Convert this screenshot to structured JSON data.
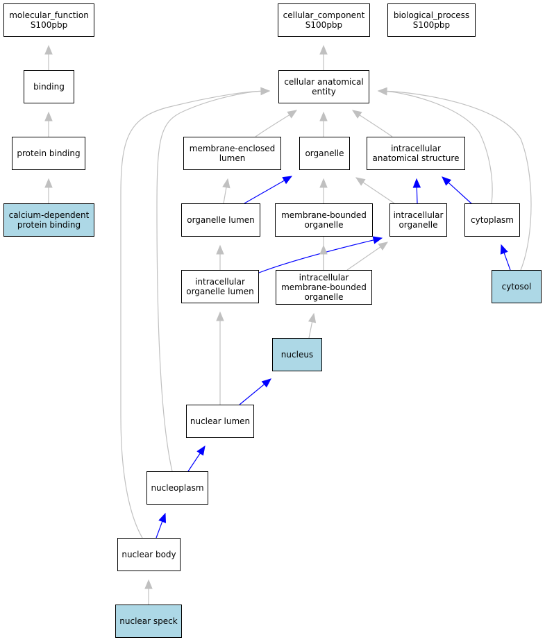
{
  "colors": {
    "highlight_fill": "#add8e6",
    "node_fill": "#ffffff",
    "is_a_edge": "#c0c0c0",
    "part_of_edge": "#0000ff"
  },
  "nodes": {
    "mf": {
      "label": "molecular_function\nS100pbp",
      "highlighted": false
    },
    "cc": {
      "label": "cellular_component\nS100pbp",
      "highlighted": false
    },
    "bp": {
      "label": "biological_process\nS100pbp",
      "highlighted": false
    },
    "binding": {
      "label": "binding",
      "highlighted": false
    },
    "cae": {
      "label": "cellular anatomical\nentity",
      "highlighted": false
    },
    "pb": {
      "label": "protein binding",
      "highlighted": false
    },
    "mel": {
      "label": "membrane-enclosed\nlumen",
      "highlighted": false
    },
    "org": {
      "label": "organelle",
      "highlighted": false
    },
    "ias": {
      "label": "intracellular\nanatomical structure",
      "highlighted": false
    },
    "cdpb": {
      "label": "calcium-dependent\nprotein binding",
      "highlighted": true
    },
    "ol": {
      "label": "organelle lumen",
      "highlighted": false
    },
    "mbo": {
      "label": "membrane-bounded\norganelle",
      "highlighted": false
    },
    "io": {
      "label": "intracellular\norganelle",
      "highlighted": false
    },
    "cyto": {
      "label": "cytoplasm",
      "highlighted": false
    },
    "iol": {
      "label": "intracellular\norganelle lumen",
      "highlighted": false
    },
    "imbo": {
      "label": "intracellular\nmembrane-bounded\norganelle",
      "highlighted": false
    },
    "cytosol": {
      "label": "cytosol",
      "highlighted": true
    },
    "nucleus": {
      "label": "nucleus",
      "highlighted": true
    },
    "nl": {
      "label": "nuclear lumen",
      "highlighted": false
    },
    "np": {
      "label": "nucleoplasm",
      "highlighted": false
    },
    "nb": {
      "label": "nuclear body",
      "highlighted": false
    },
    "ns": {
      "label": "nuclear speck",
      "highlighted": true
    }
  },
  "edges": [
    {
      "from": "binding",
      "to": "mf",
      "relation": "is_a"
    },
    {
      "from": "pb",
      "to": "binding",
      "relation": "is_a"
    },
    {
      "from": "cdpb",
      "to": "pb",
      "relation": "is_a"
    },
    {
      "from": "cae",
      "to": "cc",
      "relation": "is_a"
    },
    {
      "from": "mel",
      "to": "cae",
      "relation": "is_a"
    },
    {
      "from": "org",
      "to": "cae",
      "relation": "is_a"
    },
    {
      "from": "ias",
      "to": "cae",
      "relation": "is_a"
    },
    {
      "from": "cyto",
      "to": "cae",
      "relation": "is_a"
    },
    {
      "from": "cytosol",
      "to": "cae",
      "relation": "is_a"
    },
    {
      "from": "np",
      "to": "cae",
      "relation": "is_a"
    },
    {
      "from": "nb",
      "to": "cae",
      "relation": "is_a"
    },
    {
      "from": "ol",
      "to": "mel",
      "relation": "is_a"
    },
    {
      "from": "ol",
      "to": "org",
      "relation": "part_of"
    },
    {
      "from": "mbo",
      "to": "org",
      "relation": "is_a"
    },
    {
      "from": "io",
      "to": "org",
      "relation": "is_a"
    },
    {
      "from": "io",
      "to": "ias",
      "relation": "part_of"
    },
    {
      "from": "cyto",
      "to": "ias",
      "relation": "part_of"
    },
    {
      "from": "iol",
      "to": "ol",
      "relation": "is_a"
    },
    {
      "from": "iol",
      "to": "io",
      "relation": "part_of"
    },
    {
      "from": "imbo",
      "to": "mbo",
      "relation": "is_a"
    },
    {
      "from": "imbo",
      "to": "io",
      "relation": "is_a"
    },
    {
      "from": "cytosol",
      "to": "cyto",
      "relation": "part_of"
    },
    {
      "from": "nucleus",
      "to": "imbo",
      "relation": "is_a"
    },
    {
      "from": "nl",
      "to": "iol",
      "relation": "is_a"
    },
    {
      "from": "nl",
      "to": "nucleus",
      "relation": "part_of"
    },
    {
      "from": "np",
      "to": "nl",
      "relation": "part_of"
    },
    {
      "from": "nb",
      "to": "np",
      "relation": "part_of"
    },
    {
      "from": "ns",
      "to": "nb",
      "relation": "is_a"
    }
  ]
}
